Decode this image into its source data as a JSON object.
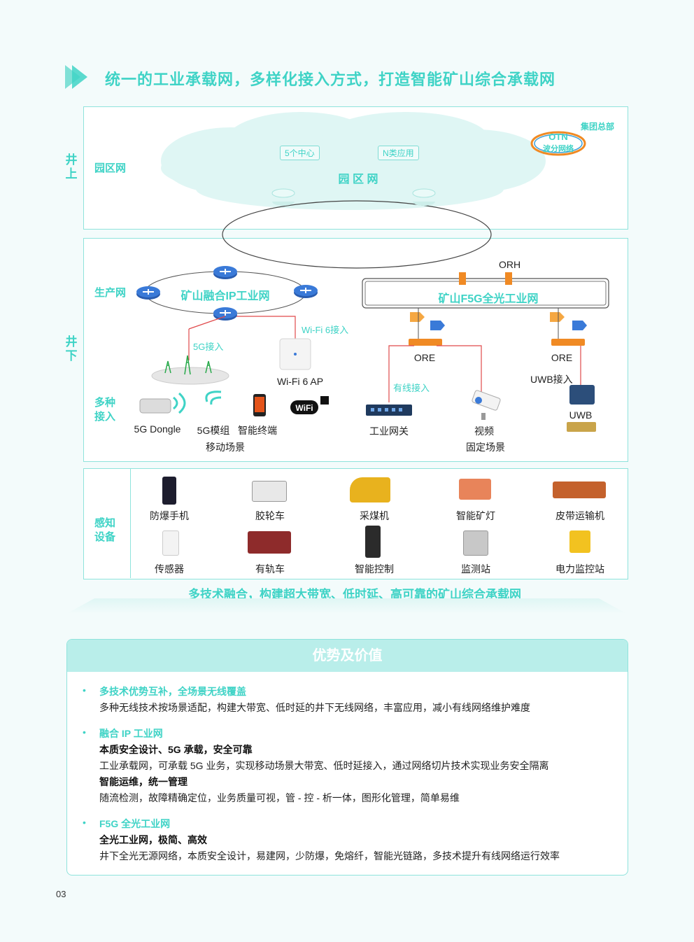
{
  "header": {
    "title": "统一的工业承载网，多样化接入方式，打造智能矿山综合承载网"
  },
  "above_ground": {
    "side_label": "井上",
    "section_label": "园区网",
    "cloud_label": "园 区 网",
    "tags": [
      "5个中心",
      "N类应用"
    ],
    "hq_label": "集团总部",
    "otn_label": "OTN",
    "otn_sub": "波分网络"
  },
  "underground": {
    "side_label": "井下",
    "production_label": "生产网",
    "ip_network": "矿山融合IP工业网",
    "f5g_network": "矿山F5G全光工业网",
    "orh": "ORH",
    "ore_left": "ORE",
    "ore_right": "ORE",
    "access_5g": "5G接入",
    "access_wifi6": "Wi-Fi 6接入",
    "access_wired": "有线接入",
    "access_uwb": "UWB接入",
    "wifi6_ap": "Wi-Fi 6 AP",
    "multi_access": "多种接入",
    "devices": {
      "dongle": "5G Dongle",
      "module": "5G模组",
      "terminal": "智能终端",
      "gateway": "工业网关",
      "video": "视频",
      "uwb": "UWB"
    },
    "mobile_scene": "移动场景",
    "fixed_scene": "固定场景"
  },
  "sensing": {
    "section_label": "感知设备",
    "row1": [
      "防爆手机",
      "胶轮车",
      "采煤机",
      "智能矿灯",
      "皮带运输机"
    ],
    "row2": [
      "传感器",
      "有轨车",
      "智能控制",
      "监测站",
      "电力监控站"
    ]
  },
  "footer_tagline": "多技术融合，构建超大带宽、低时延、高可靠的矿山综合承载网",
  "advantages": {
    "title": "优势及价值",
    "items": [
      {
        "title": "多技术优势互补，全场景无线覆盖",
        "text": "多种无线技术按场景适配，构建大带宽、低时延的井下无线网络，丰富应用，减小有线网络维护难度"
      },
      {
        "title": "融合 IP 工业网",
        "sub1": "本质安全设计、5G 承载，安全可靠",
        "text1": "工业承载网，可承载 5G 业务，实现移动场景大带宽、低时延接入，通过网络切片技术实现业务安全隔离",
        "sub2": "智能运维，统一管理",
        "text2": "随流检测，故障精确定位，业务质量可视，管 - 控 - 析一体，图形化管理，简单易维"
      },
      {
        "title": "F5G 全光工业网",
        "sub1": "全光工业网，极简、高效",
        "text1": "井下全光无源网络，本质安全设计，易建网，少防爆，免熔纤，智能光链路，多技术提升有线网络运行效率"
      }
    ]
  },
  "page_number": "03",
  "colors": {
    "accent": "#3fd3c6",
    "border": "#8fe3dc",
    "orange": "#f08a24",
    "router": "#3a6fc8",
    "link_red": "#e0494b"
  }
}
